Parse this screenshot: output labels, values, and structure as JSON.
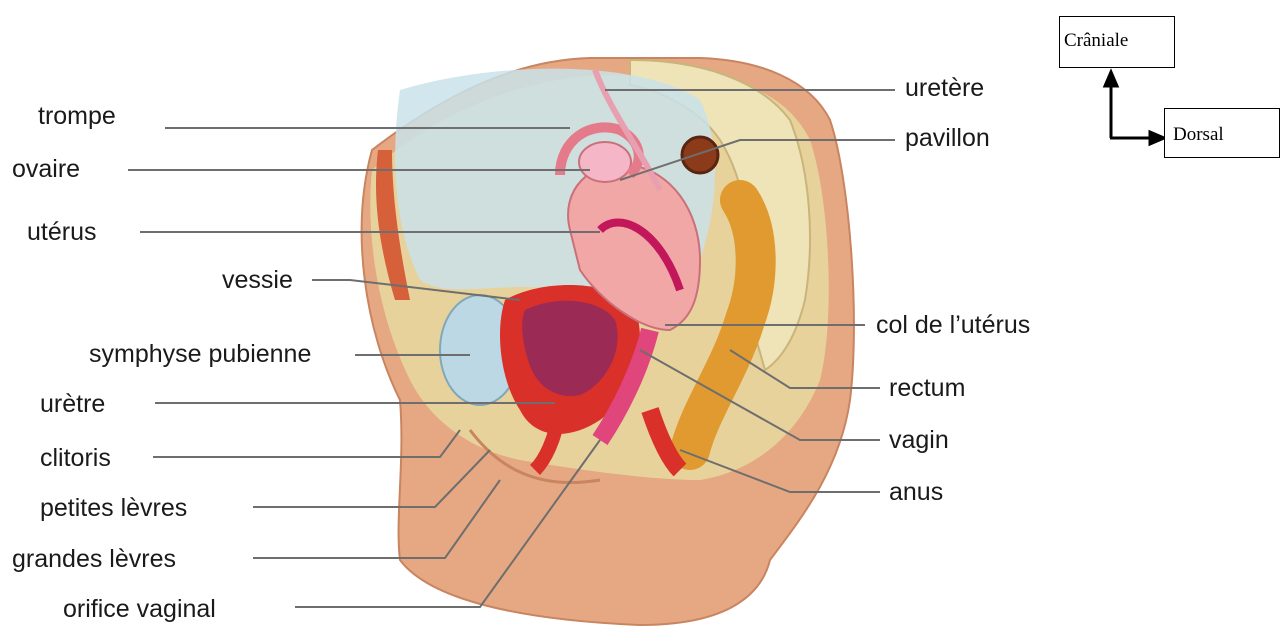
{
  "labels_left": {
    "trompe": "trompe",
    "ovaire": "ovaire",
    "uterus": "utérus",
    "vessie": "vessie",
    "symphyse": "symphyse pubienne",
    "uretre": "urètre",
    "clitoris": "clitoris",
    "petites_levres": "petites lèvres",
    "grandes_levres": "grandes lèvres",
    "orifice_vaginal": "orifice vaginal"
  },
  "labels_right": {
    "uretere": "uretère",
    "pavillon": "pavillon",
    "col": "col de l’utérus",
    "rectum": "rectum",
    "vagin": "vagin",
    "anus": "anus"
  },
  "orientation": {
    "cranial": "Crâniale",
    "dorsal": "Dorsal"
  },
  "colors": {
    "skin": "#e6a882",
    "fat": "#e8d29c",
    "bladder": "#c9e2ea",
    "uterus": "#f2a7a7",
    "vagina_muscle": "#d9302a",
    "rectum": "#e09a30",
    "bone": "#efe3b8"
  }
}
